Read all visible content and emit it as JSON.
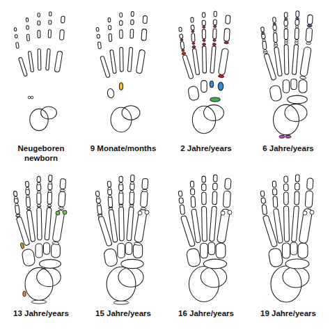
{
  "diagram": {
    "labels": [
      "Neugeboren",
      "newborn",
      "9 Monate/months",
      "2 Jahre/years",
      "6 Jahre/years",
      "13 Jahre/years",
      "15 Jahre/years",
      "16 Jahre/years",
      "19 Jahre/years"
    ]
  }
}
